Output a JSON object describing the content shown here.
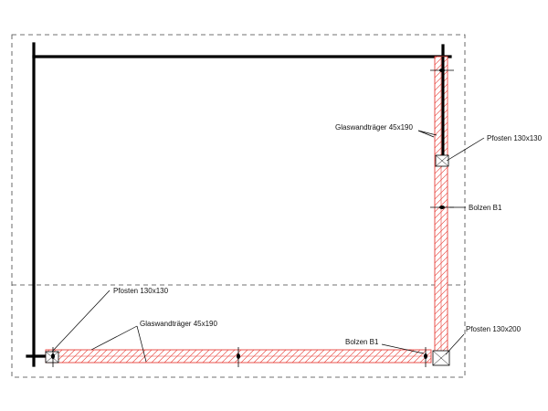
{
  "labels": {
    "beam_top_right": "Glaswandträger 45x190",
    "post_right_top": "Pfosten 130x130",
    "bolt_right": "Bolzen B1",
    "post_left_bottom": "Pfosten 130x130",
    "beam_bottom": "Glaswandträger 45x190",
    "bolt_bottom": "Bolzen B1",
    "post_corner": "Pfosten 130x200"
  },
  "colors": {
    "beam_outline": "#e8413a",
    "wall": "#000000",
    "dashed_outline": "#444444"
  }
}
